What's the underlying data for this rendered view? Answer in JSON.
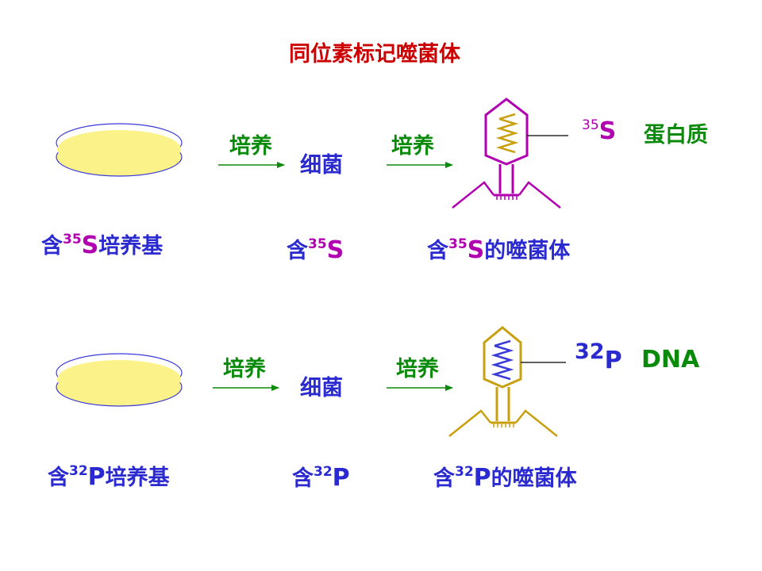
{
  "title": "同位素标记噬菌体",
  "row_s": {
    "process_1": "培养",
    "bacteria": "细菌",
    "process_2": "培养",
    "medium": {
      "prefix": "含",
      "mass": "35",
      "element": "S",
      "suffix": "培养基"
    },
    "bacteria_label": {
      "prefix": "含",
      "mass": "35",
      "element": "S"
    },
    "phage_label": {
      "prefix": "含",
      "mass": "35",
      "element": "S",
      "suffix": "的噬菌体"
    },
    "tag": {
      "mass": "35",
      "element": "S",
      "component": "蛋白质"
    }
  },
  "row_p": {
    "process_1": "培养",
    "bacteria": "细菌",
    "process_2": "培养",
    "medium": {
      "prefix": "含",
      "mass": "32",
      "element": "P",
      "suffix": "培养基"
    },
    "bacteria_label": {
      "prefix": "含",
      "mass": "32",
      "element": "P"
    },
    "phage_label": {
      "prefix": "含",
      "mass": "32",
      "element": "P",
      "suffix": "的噬菌体"
    },
    "tag": {
      "mass": "32",
      "element": "P",
      "component": "DNA"
    }
  },
  "colors": {
    "title": "#cc0000",
    "process_text": "#0a8a0a",
    "label_text": "#2a2ad0",
    "s35_highlight": "#b000b0",
    "p32_highlight": "#2a2ad0",
    "dish_fill": "#fbf38a",
    "dish_outline": "#3a3ad8",
    "phage_s_body": "#b000b0",
    "phage_p_body": "#c8a010",
    "phage_s_dna": "#c8a010",
    "phage_p_dna": "#3a3ad8"
  }
}
